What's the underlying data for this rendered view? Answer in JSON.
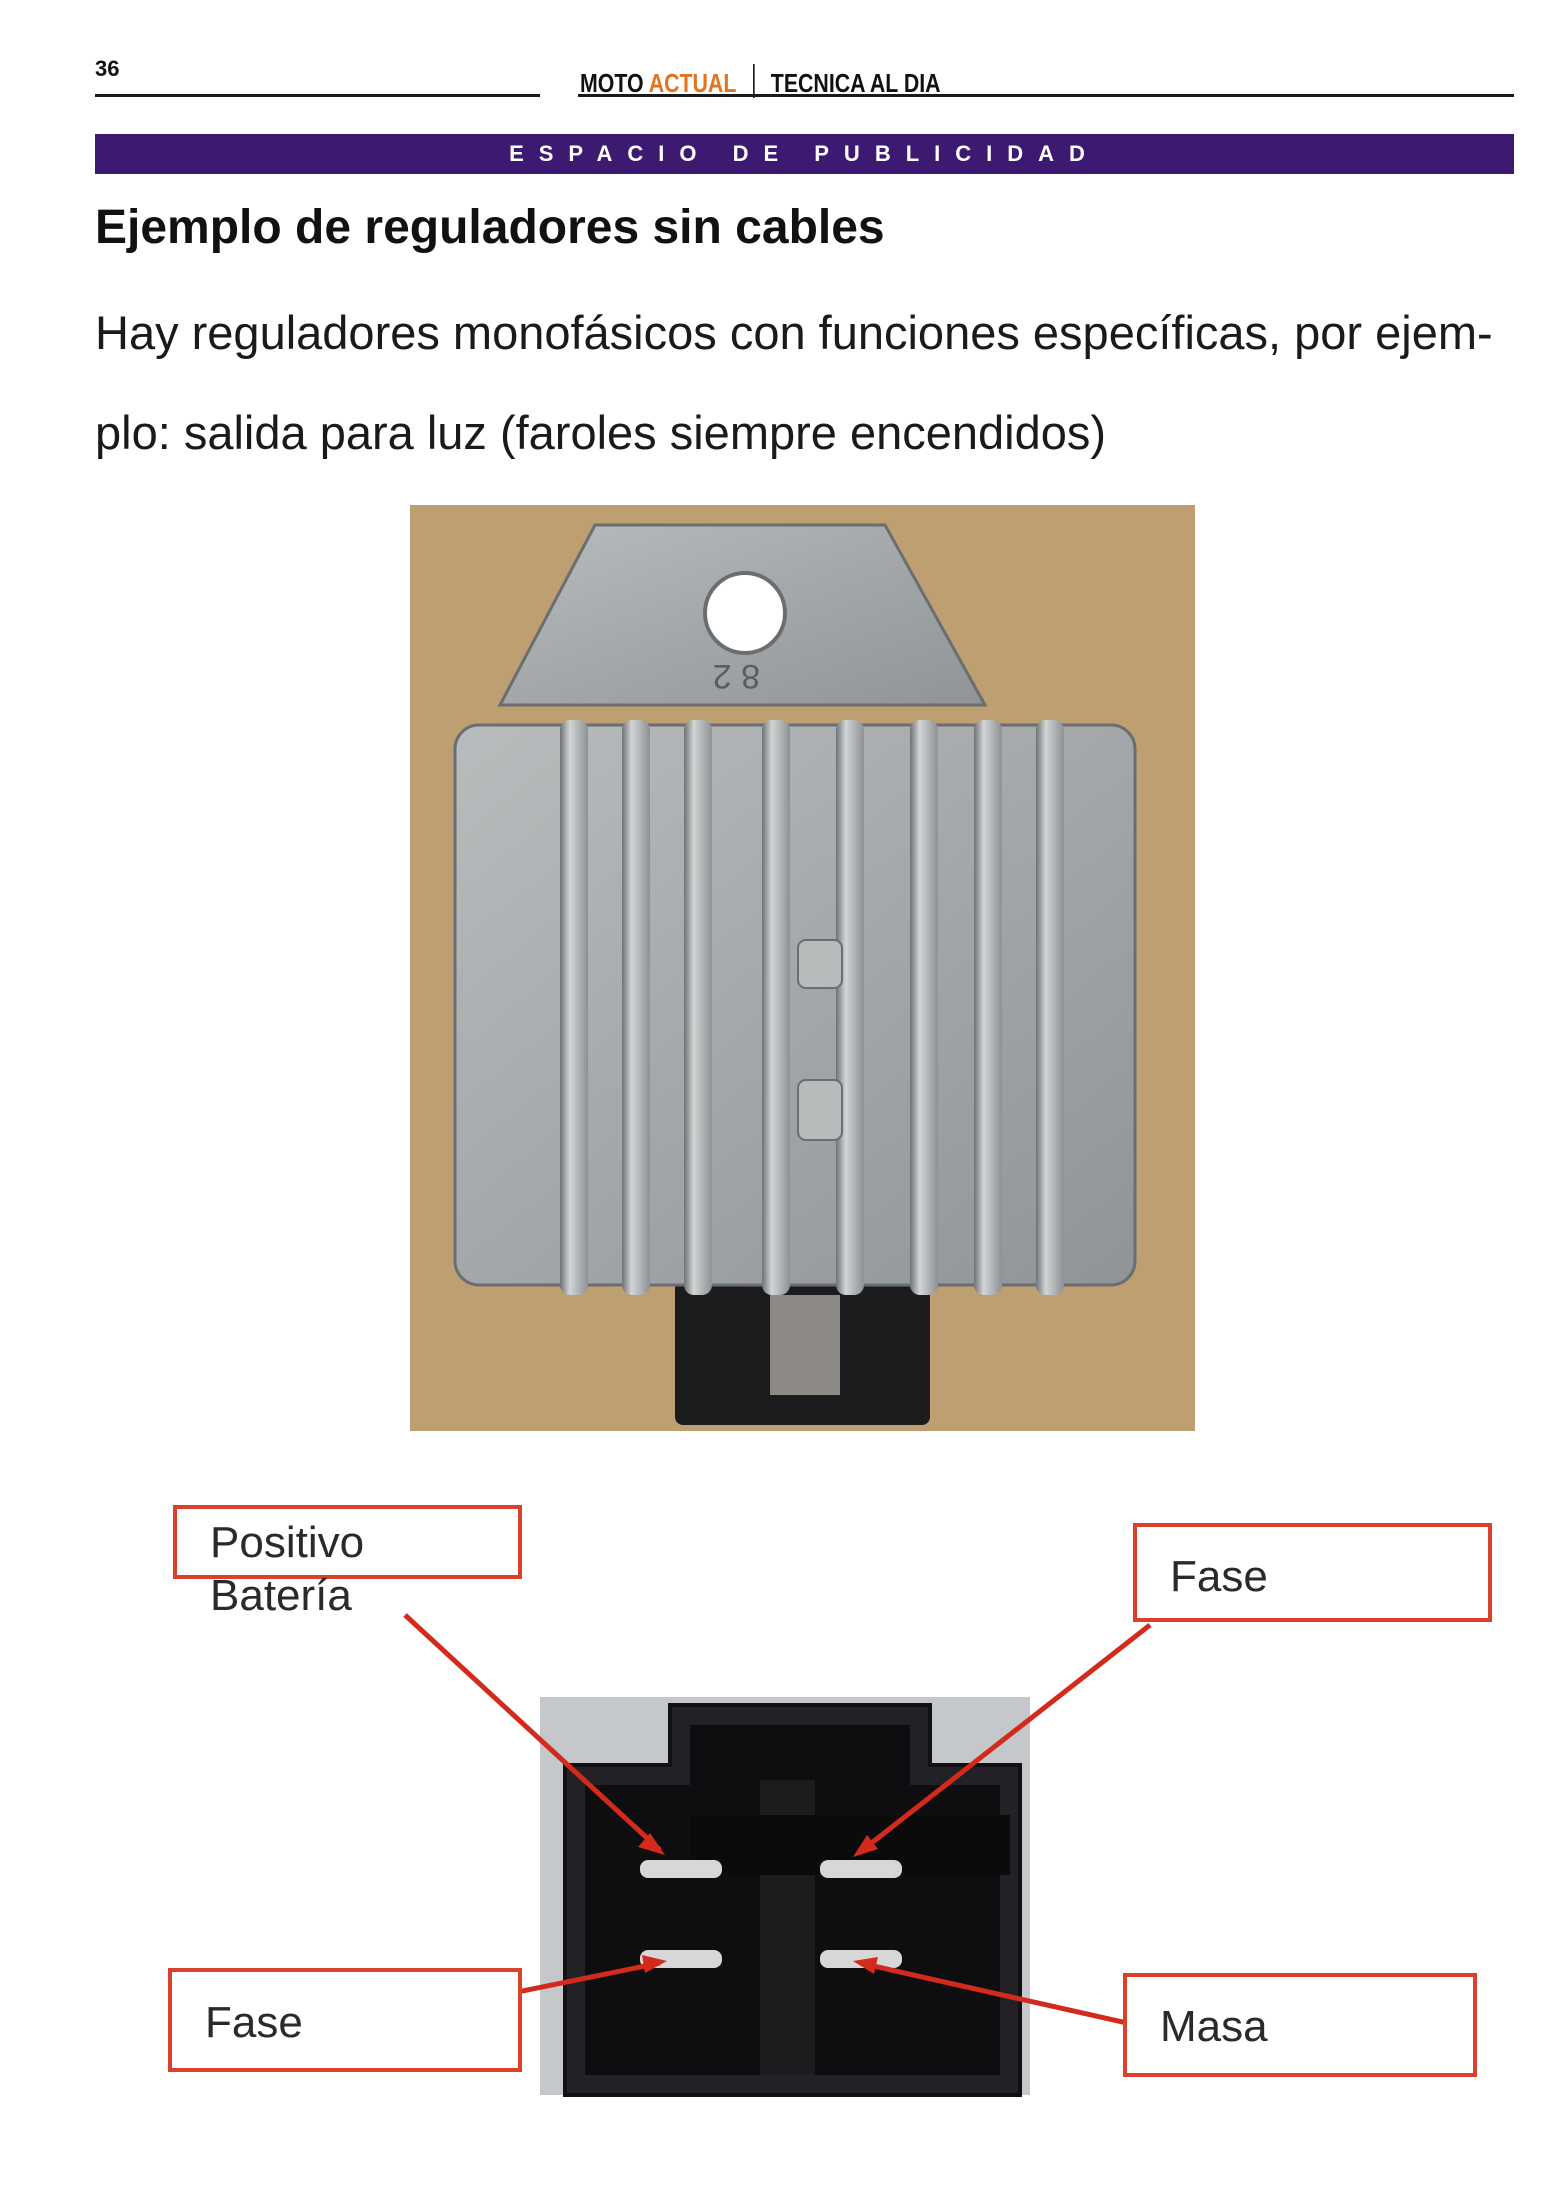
{
  "header": {
    "page_number": "36",
    "magazine_part1": "MOTO",
    "magazine_part2": "ACTUAL",
    "section": "TECNICA AL DIA",
    "accent_color": "#e2731f"
  },
  "banner": {
    "text": "ESPACIO DE PUBLICIDAD",
    "background": "#3c1a72"
  },
  "article": {
    "heading": "Ejemplo de reguladores sin cables",
    "body_line1": "Hay reguladores monofásicos con funciones específicas, por ejem-",
    "body_line2": "plo: salida para luz (faroles siempre encendidos)"
  },
  "photo": {
    "part_marking": "8 2"
  },
  "diagram": {
    "label_positivo_line1": "Positivo",
    "label_positivo_line2": "Batería",
    "label_fase_top": "Fase",
    "label_fase_bottom": "Fase",
    "label_masa": "Masa",
    "arrow_color": "#d42a1c"
  }
}
